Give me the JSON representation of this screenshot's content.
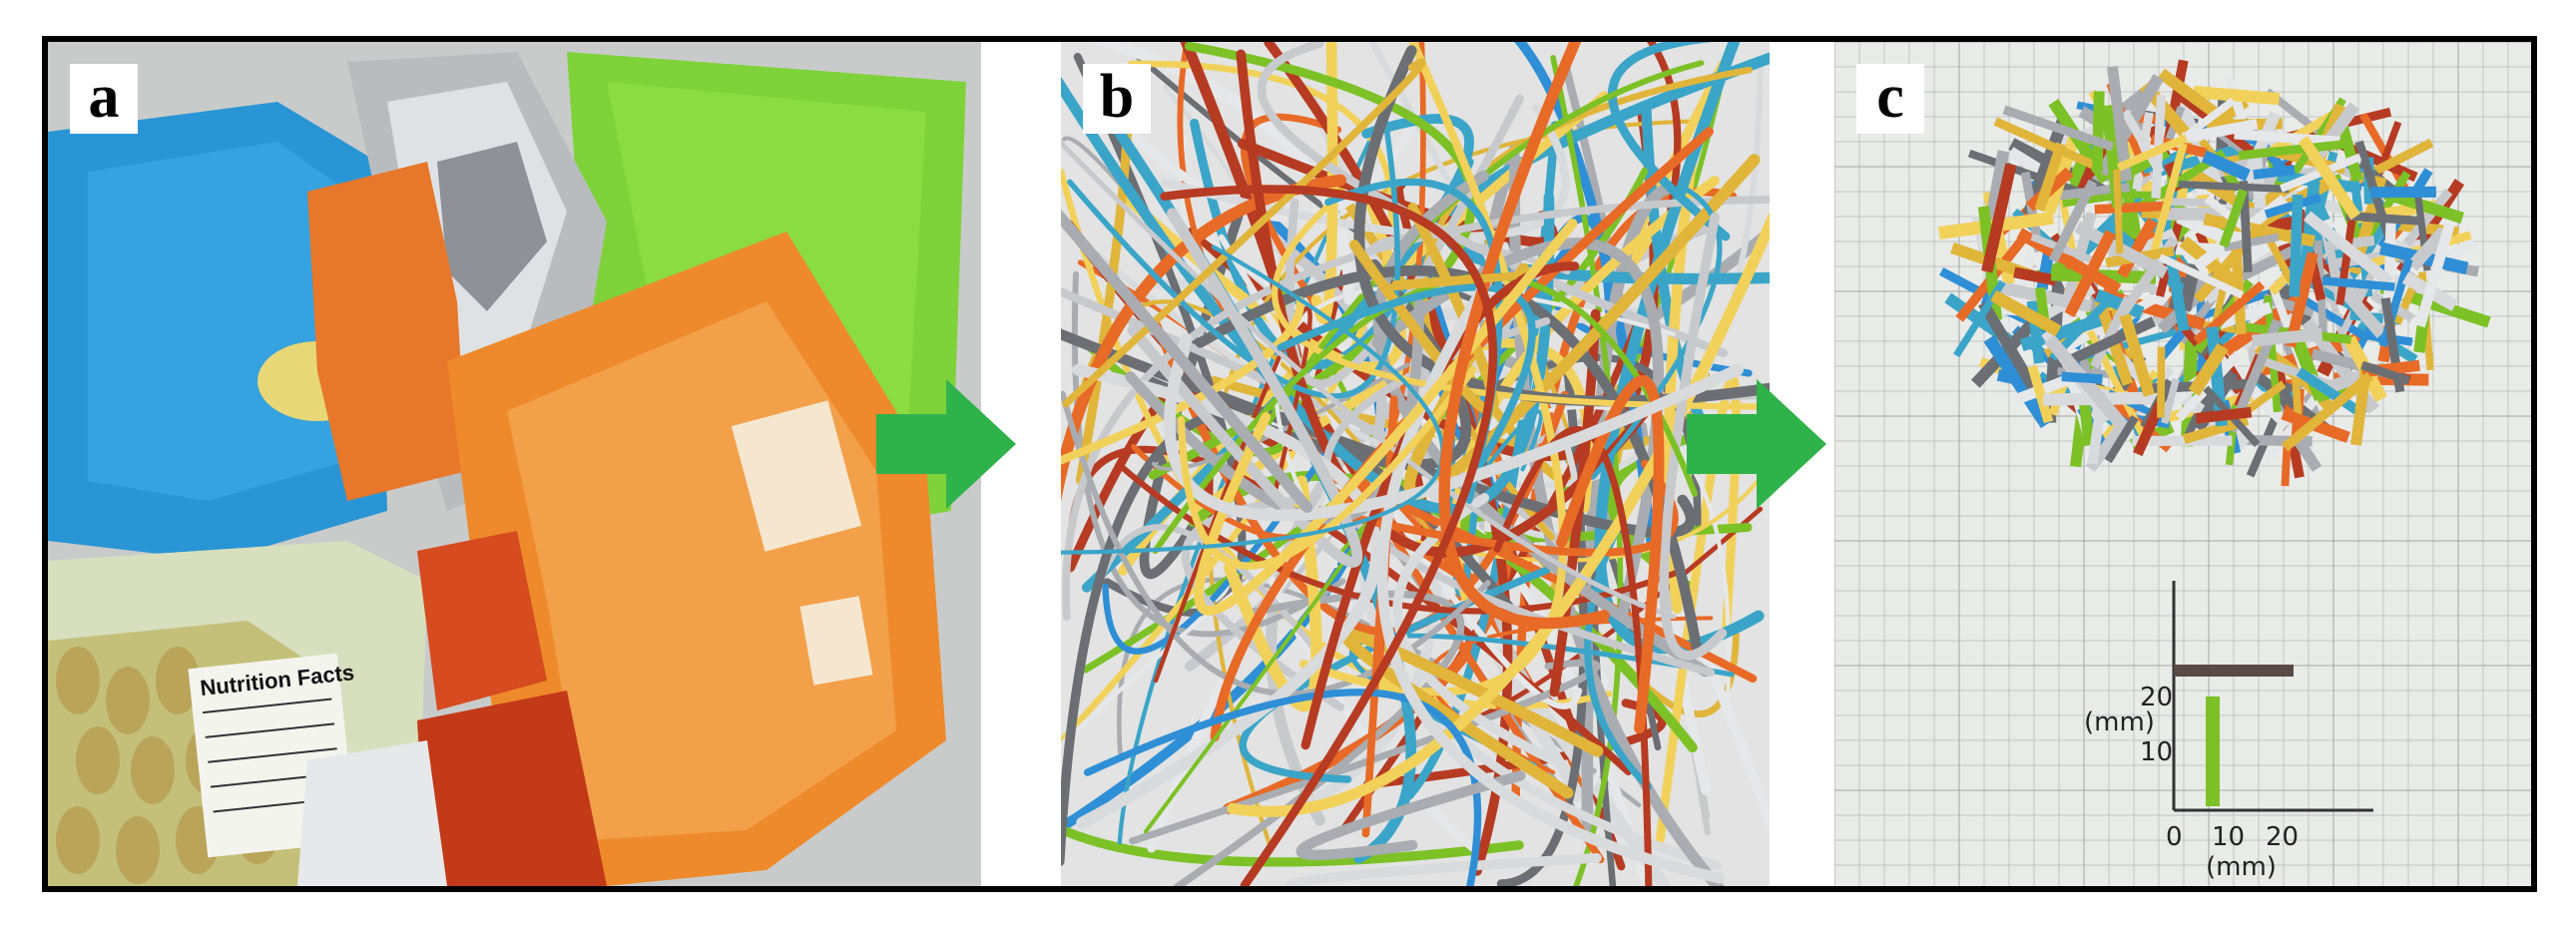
{
  "panels": [
    {
      "label": "a"
    },
    {
      "label": "b"
    },
    {
      "label": "c"
    }
  ],
  "nutrition_label": "Nutrition Facts",
  "scale": {
    "y_ticks": [
      "20",
      "10"
    ],
    "y_unit": "(mm)",
    "x_ticks": [
      "0",
      "10",
      "20"
    ],
    "x_unit": "(mm)"
  },
  "colors": {
    "arrow": "#2fb24a",
    "grid_bg": "#e9ebe9",
    "grid_line": "#9aa09c",
    "border": "#000000"
  }
}
